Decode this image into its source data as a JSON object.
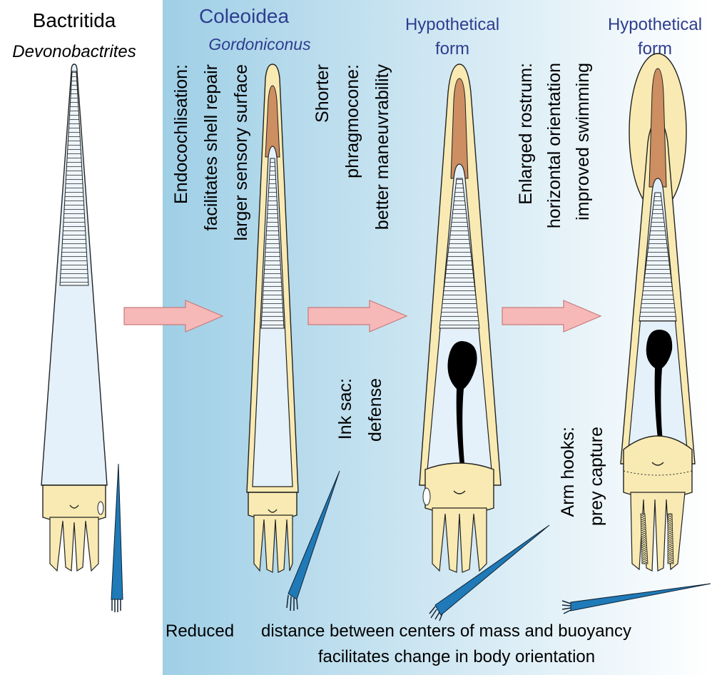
{
  "colors": {
    "panel_gradient_start": "#9fcfe6",
    "panel_gradient_end": "#ffffff",
    "title_blue": "#2e3d8f",
    "shell_cream": "#f8eab2",
    "rostrum_brown": "#cd8e61",
    "body_fill": "#d8ecf8",
    "arrow_pink": "#f7b8b8",
    "arrow_stroke": "#c77b7b",
    "swimmer_blue": "#1f7ab7",
    "ink_black": "#000000"
  },
  "columns": [
    {
      "title": "Bactritida",
      "subtitle": "Devonobactrites"
    },
    {
      "title": "Coleoidea",
      "subtitle": "Gordoniconus"
    },
    {
      "title": "Hypothetical",
      "subtitle": "form"
    },
    {
      "title": "Hypothetical",
      "subtitle": "form"
    }
  ],
  "annotations": {
    "endocochlisation": [
      "Endocochlisation:",
      "facilitates shell repair",
      "larger sensory surface"
    ],
    "phragmocone": [
      "Shorter",
      "phragmocone:",
      "better maneuvrability"
    ],
    "ink_sac": [
      "Ink sac:",
      "defense"
    ],
    "rostrum": [
      "Enlarged rostrum:",
      "horizontal orientation",
      "improved swimming"
    ],
    "arm_hooks": [
      "Arm hooks:",
      "prey capture"
    ]
  },
  "footer": {
    "reduced": "Reduced",
    "line1": "distance between centers of mass and buoyancy",
    "line2": "facilitates change in body orientation"
  }
}
